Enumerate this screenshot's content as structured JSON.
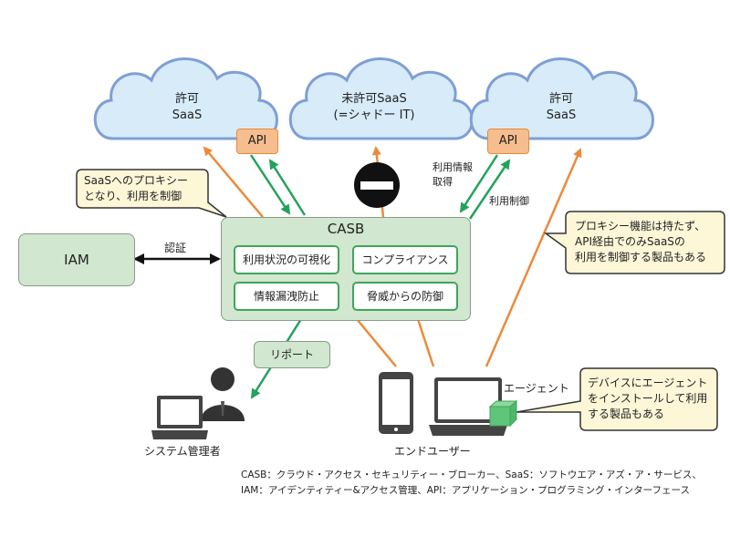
{
  "clouds": [
    {
      "line1": "許可",
      "line2": "SaaS"
    },
    {
      "line1": "未許可SaaS",
      "line2": "(=シャドー IT)"
    },
    {
      "line1": "許可",
      "line2": "SaaS"
    }
  ],
  "api_label": "API",
  "casb": {
    "title": "CASB",
    "functions": [
      "利用状況の可視化",
      "コンプライアンス",
      "情報漏洩防止",
      "脅威からの防御"
    ]
  },
  "iam": {
    "label": "IAM",
    "link_label": "認証"
  },
  "callouts": {
    "proxy": [
      "SaaSへのプロキシー",
      "となり、利用を制御"
    ],
    "api_only": [
      "プロキシー機能は持たず、",
      "API経由でのみSaaSの",
      "利用を制御する製品もある"
    ],
    "agent": [
      "デバイスにエージェント",
      "をインストールして利用",
      "する製品もある"
    ]
  },
  "labels": {
    "usage_info": [
      "利用情報",
      "取得"
    ],
    "usage_control": "利用制御",
    "report": "リポート",
    "admin": "システム管理者",
    "end_user": "エンドユーザー",
    "agent": "エージェント"
  },
  "icons": {
    "blocked": "no-entry-icon",
    "admin": "person-icon",
    "laptop": "laptop-icon",
    "phone": "smartphone-icon",
    "agent": "cube-icon"
  },
  "colors": {
    "cloud_fill": "#d7ebf8",
    "cloud_stroke": "#7f9fd4",
    "orange_arrow": "#ec8a3a",
    "green_arrow": "#22a35a",
    "casb_fill": "#d1e7cf",
    "callout_fill": "#fdf7d8"
  },
  "footnote": [
    "CASB：クラウド・アクセス・セキュリティー・ブローカー、SaaS：ソフトウエア・アズ・ア・サービス、",
    "IAM：アイデンティティー&アクセス管理、API：アプリケーション・プログラミング・インターフェース"
  ]
}
